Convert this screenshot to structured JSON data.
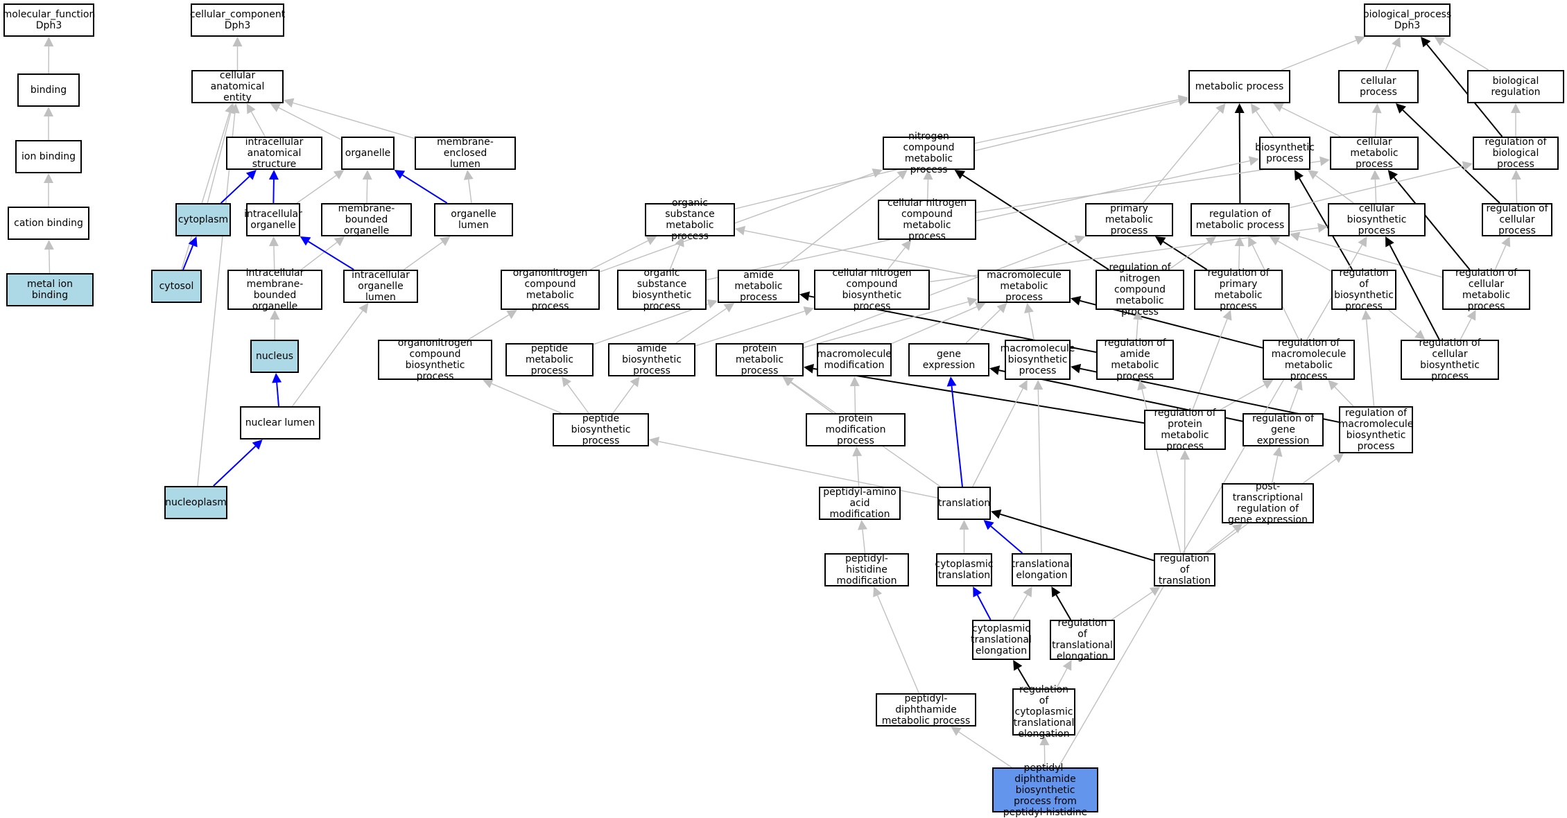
{
  "colors": {
    "is_a_edge": "#c0c0c0",
    "part_of_edge": "#0000ff",
    "regulates_edge": "#000000",
    "annotated_fill": "#add8e6",
    "query_fill": "#6495ed",
    "node_fill": "#ffffff"
  },
  "nodes": [
    {
      "id": "mf",
      "label": "molecular_function\nDph3"
    },
    {
      "id": "binding",
      "label": "binding"
    },
    {
      "id": "ionb",
      "label": "ion binding"
    },
    {
      "id": "cationb",
      "label": "cation binding"
    },
    {
      "id": "metalb",
      "label": "metal ion binding",
      "style": "annotated"
    },
    {
      "id": "cc",
      "label": "cellular_component\nDph3"
    },
    {
      "id": "cae",
      "label": "cellular anatomical\nentity"
    },
    {
      "id": "ias",
      "label": "intracellular\nanatomical structure"
    },
    {
      "id": "organelle",
      "label": "organelle"
    },
    {
      "id": "mel",
      "label": "membrane-enclosed\nlumen"
    },
    {
      "id": "cytoplasm",
      "label": "cytoplasm",
      "style": "annotated"
    },
    {
      "id": "io",
      "label": "intracellular\norganelle"
    },
    {
      "id": "mbo",
      "label": "membrane-bounded\norganelle"
    },
    {
      "id": "ol",
      "label": "organelle lumen"
    },
    {
      "id": "cytosol",
      "label": "cytosol",
      "style": "annotated"
    },
    {
      "id": "imbo",
      "label": "intracellular\nmembrane-bounded\norganelle"
    },
    {
      "id": "iol",
      "label": "intracellular\norganelle lumen"
    },
    {
      "id": "nucleus",
      "label": "nucleus",
      "style": "annotated"
    },
    {
      "id": "nl",
      "label": "nuclear lumen"
    },
    {
      "id": "nucleoplasm",
      "label": "nucleoplasm",
      "style": "annotated"
    },
    {
      "id": "bp",
      "label": "biological_process\nDph3"
    },
    {
      "id": "mp",
      "label": "metabolic process"
    },
    {
      "id": "cp",
      "label": "cellular process"
    },
    {
      "id": "br",
      "label": "biological regulation"
    },
    {
      "id": "ncmp",
      "label": "nitrogen compound\nmetabolic process"
    },
    {
      "id": "bsp",
      "label": "biosynthetic\nprocess"
    },
    {
      "id": "cmp",
      "label": "cellular metabolic\nprocess"
    },
    {
      "id": "rbp",
      "label": "regulation of\nbiological process"
    },
    {
      "id": "osmp",
      "label": "organic substance\nmetabolic process"
    },
    {
      "id": "cncmp",
      "label": "cellular nitrogen\ncompound metabolic\nprocess"
    },
    {
      "id": "pmp",
      "label": "primary metabolic\nprocess"
    },
    {
      "id": "rmp",
      "label": "regulation of\nmetabolic process"
    },
    {
      "id": "cbp",
      "label": "cellular biosynthetic\nprocess"
    },
    {
      "id": "rcp",
      "label": "regulation of\ncellular process"
    },
    {
      "id": "oncmp",
      "label": "organonitrogen\ncompound metabolic\nprocess"
    },
    {
      "id": "osbp",
      "label": "organic substance\nbiosynthetic\nprocess"
    },
    {
      "id": "amp",
      "label": "amide metabolic\nprocess"
    },
    {
      "id": "cncbp",
      "label": "cellular nitrogen\ncompound biosynthetic\nprocess"
    },
    {
      "id": "macmp",
      "label": "macromolecule\nmetabolic process"
    },
    {
      "id": "rncmp",
      "label": "regulation of\nnitrogen compound\nmetabolic process"
    },
    {
      "id": "rpmp",
      "label": "regulation of\nprimary metabolic\nprocess"
    },
    {
      "id": "rbsp",
      "label": "regulation of\nbiosynthetic\nprocess"
    },
    {
      "id": "rcmp",
      "label": "regulation of\ncellular metabolic\nprocess"
    },
    {
      "id": "oncbp",
      "label": "organonitrogen\ncompound biosynthetic\nprocess"
    },
    {
      "id": "pepmp",
      "label": "peptide metabolic\nprocess"
    },
    {
      "id": "abp",
      "label": "amide biosynthetic\nprocess"
    },
    {
      "id": "prmp",
      "label": "protein metabolic\nprocess"
    },
    {
      "id": "mmod",
      "label": "macromolecule\nmodification"
    },
    {
      "id": "ge",
      "label": "gene expression"
    },
    {
      "id": "mbsp",
      "label": "macromolecule\nbiosynthetic\nprocess"
    },
    {
      "id": "ramp",
      "label": "regulation of\namide metabolic\nprocess"
    },
    {
      "id": "rmacmp",
      "label": "regulation of\nmacromolecule\nmetabolic process"
    },
    {
      "id": "rcbp",
      "label": "regulation of\ncellular biosynthetic\nprocess"
    },
    {
      "id": "pepbp",
      "label": "peptide biosynthetic\nprocess"
    },
    {
      "id": "pmod",
      "label": "protein modification\nprocess"
    },
    {
      "id": "rprmp",
      "label": "regulation of\nprotein metabolic\nprocess"
    },
    {
      "id": "rge",
      "label": "regulation of\ngene expression"
    },
    {
      "id": "rmbsp",
      "label": "regulation of\nmacromolecule\nbiosynthetic\nprocess"
    },
    {
      "id": "paam",
      "label": "peptidyl-amino\nacid modification"
    },
    {
      "id": "translation",
      "label": "translation"
    },
    {
      "id": "ptrge",
      "label": "post-transcriptional\nregulation of\ngene expression"
    },
    {
      "id": "phm",
      "label": "peptidyl-histidine\nmodification"
    },
    {
      "id": "ctrans",
      "label": "cytoplasmic\ntranslation"
    },
    {
      "id": "telong",
      "label": "translational\nelongation"
    },
    {
      "id": "rtrans",
      "label": "regulation of\ntranslation"
    },
    {
      "id": "cte",
      "label": "cytoplasmic\ntranslational\nelongation"
    },
    {
      "id": "rte",
      "label": "regulation of\ntranslational\nelongation"
    },
    {
      "id": "pdmp",
      "label": "peptidyl-diphthamide\nmetabolic process"
    },
    {
      "id": "rcte",
      "label": "regulation of\ncytoplasmic\ntranslational\nelongation"
    },
    {
      "id": "pdbp",
      "label": "peptidyl-diphthamide\nbiosynthetic\nprocess from\npeptidyl-histidine",
      "style": "query"
    }
  ],
  "edges": [
    {
      "from": "binding",
      "to": "mf",
      "type": "is_a"
    },
    {
      "from": "ionb",
      "to": "binding",
      "type": "is_a"
    },
    {
      "from": "cationb",
      "to": "ionb",
      "type": "is_a"
    },
    {
      "from": "metalb",
      "to": "cationb",
      "type": "is_a"
    },
    {
      "from": "cae",
      "to": "cc",
      "type": "is_a"
    },
    {
      "from": "ias",
      "to": "cae",
      "type": "is_a"
    },
    {
      "from": "organelle",
      "to": "cae",
      "type": "is_a"
    },
    {
      "from": "mel",
      "to": "cae",
      "type": "is_a"
    },
    {
      "from": "cytoplasm",
      "to": "cae",
      "type": "is_a"
    },
    {
      "from": "cytosol",
      "to": "cae",
      "type": "is_a"
    },
    {
      "from": "nucleoplasm",
      "to": "cae",
      "type": "is_a"
    },
    {
      "from": "cytoplasm",
      "to": "ias",
      "type": "part_of"
    },
    {
      "from": "io",
      "to": "ias",
      "type": "part_of"
    },
    {
      "from": "io",
      "to": "organelle",
      "type": "is_a"
    },
    {
      "from": "mbo",
      "to": "organelle",
      "type": "is_a"
    },
    {
      "from": "ol",
      "to": "organelle",
      "type": "part_of"
    },
    {
      "from": "ol",
      "to": "mel",
      "type": "is_a"
    },
    {
      "from": "cytosol",
      "to": "cytoplasm",
      "type": "part_of"
    },
    {
      "from": "imbo",
      "to": "io",
      "type": "is_a"
    },
    {
      "from": "imbo",
      "to": "mbo",
      "type": "is_a"
    },
    {
      "from": "iol",
      "to": "io",
      "type": "part_of"
    },
    {
      "from": "iol",
      "to": "ol",
      "type": "is_a"
    },
    {
      "from": "nucleus",
      "to": "imbo",
      "type": "is_a"
    },
    {
      "from": "nl",
      "to": "nucleus",
      "type": "part_of"
    },
    {
      "from": "nl",
      "to": "iol",
      "type": "is_a"
    },
    {
      "from": "nucleoplasm",
      "to": "nl",
      "type": "part_of"
    },
    {
      "from": "mp",
      "to": "bp",
      "type": "is_a"
    },
    {
      "from": "cp",
      "to": "bp",
      "type": "is_a"
    },
    {
      "from": "br",
      "to": "bp",
      "type": "is_a"
    },
    {
      "from": "rbp",
      "to": "bp",
      "type": "regulates"
    },
    {
      "from": "ncmp",
      "to": "mp",
      "type": "is_a"
    },
    {
      "from": "bsp",
      "to": "mp",
      "type": "is_a"
    },
    {
      "from": "cmp",
      "to": "mp",
      "type": "is_a"
    },
    {
      "from": "osmp",
      "to": "mp",
      "type": "is_a"
    },
    {
      "from": "pmp",
      "to": "mp",
      "type": "is_a"
    },
    {
      "from": "rmp",
      "to": "mp",
      "type": "regulates"
    },
    {
      "from": "cmp",
      "to": "cp",
      "type": "is_a"
    },
    {
      "from": "rbp",
      "to": "br",
      "type": "is_a"
    },
    {
      "from": "rcp",
      "to": "cp",
      "type": "regulates"
    },
    {
      "from": "cncmp",
      "to": "ncmp",
      "type": "is_a"
    },
    {
      "from": "oncmp",
      "to": "ncmp",
      "type": "is_a"
    },
    {
      "from": "amp",
      "to": "ncmp",
      "type": "is_a"
    },
    {
      "from": "rncmp",
      "to": "ncmp",
      "type": "regulates"
    },
    {
      "from": "cbp",
      "to": "bsp",
      "type": "is_a"
    },
    {
      "from": "osbp",
      "to": "bsp",
      "type": "is_a"
    },
    {
      "from": "rbsp",
      "to": "bsp",
      "type": "regulates"
    },
    {
      "from": "cncmp",
      "to": "cmp",
      "type": "is_a"
    },
    {
      "from": "cbp",
      "to": "cmp",
      "type": "is_a"
    },
    {
      "from": "rcmp",
      "to": "cmp",
      "type": "regulates"
    },
    {
      "from": "rmp",
      "to": "rbp",
      "type": "is_a"
    },
    {
      "from": "rcp",
      "to": "rbp",
      "type": "is_a"
    },
    {
      "from": "oncmp",
      "to": "osmp",
      "type": "is_a"
    },
    {
      "from": "osbp",
      "to": "osmp",
      "type": "is_a"
    },
    {
      "from": "macmp",
      "to": "osmp",
      "type": "is_a"
    },
    {
      "from": "cncbp",
      "to": "cncmp",
      "type": "is_a"
    },
    {
      "from": "prmp",
      "to": "pmp",
      "type": "is_a"
    },
    {
      "from": "rpmp",
      "to": "pmp",
      "type": "regulates"
    },
    {
      "from": "rncmp",
      "to": "rmp",
      "type": "is_a"
    },
    {
      "from": "rpmp",
      "to": "rmp",
      "type": "is_a"
    },
    {
      "from": "rbsp",
      "to": "rmp",
      "type": "is_a"
    },
    {
      "from": "rcmp",
      "to": "rmp",
      "type": "is_a"
    },
    {
      "from": "rmacmp",
      "to": "rmp",
      "type": "is_a"
    },
    {
      "from": "cncbp",
      "to": "cbp",
      "type": "is_a"
    },
    {
      "from": "rcbp",
      "to": "cbp",
      "type": "regulates"
    },
    {
      "from": "rcmp",
      "to": "rcp",
      "type": "is_a"
    },
    {
      "from": "rcbp",
      "to": "rcmp",
      "type": "is_a"
    },
    {
      "from": "oncbp",
      "to": "oncmp",
      "type": "is_a"
    },
    {
      "from": "pepmp",
      "to": "amp",
      "type": "is_a"
    },
    {
      "from": "abp",
      "to": "amp",
      "type": "is_a"
    },
    {
      "from": "ramp",
      "to": "amp",
      "type": "regulates"
    },
    {
      "from": "abp",
      "to": "cncbp",
      "type": "is_a"
    },
    {
      "from": "prmp",
      "to": "macmp",
      "type": "is_a"
    },
    {
      "from": "ge",
      "to": "macmp",
      "type": "is_a"
    },
    {
      "from": "mbsp",
      "to": "macmp",
      "type": "is_a"
    },
    {
      "from": "mmod",
      "to": "macmp",
      "type": "is_a"
    },
    {
      "from": "rmacmp",
      "to": "macmp",
      "type": "regulates"
    },
    {
      "from": "ramp",
      "to": "rncmp",
      "type": "is_a"
    },
    {
      "from": "rbsp",
      "to": "rcbp",
      "type": "is_a"
    },
    {
      "from": "rmbsp",
      "to": "rbsp",
      "type": "is_a"
    },
    {
      "from": "pepbp",
      "to": "pepmp",
      "type": "is_a"
    },
    {
      "from": "pepbp",
      "to": "abp",
      "type": "is_a"
    },
    {
      "from": "pepbp",
      "to": "oncbp",
      "type": "is_a"
    },
    {
      "from": "pmod",
      "to": "prmp",
      "type": "is_a"
    },
    {
      "from": "pmod",
      "to": "mmod",
      "type": "is_a"
    },
    {
      "from": "rprmp",
      "to": "prmp",
      "type": "regulates"
    },
    {
      "from": "rprmp",
      "to": "rpmp",
      "type": "is_a"
    },
    {
      "from": "rprmp",
      "to": "rmacmp",
      "type": "is_a"
    },
    {
      "from": "rge",
      "to": "ge",
      "type": "regulates"
    },
    {
      "from": "rge",
      "to": "rmacmp",
      "type": "is_a"
    },
    {
      "from": "rmbsp",
      "to": "mbsp",
      "type": "regulates"
    },
    {
      "from": "rmbsp",
      "to": "rmacmp",
      "type": "is_a"
    },
    {
      "from": "paam",
      "to": "pmod",
      "type": "is_a"
    },
    {
      "from": "translation",
      "to": "pepbp",
      "type": "is_a"
    },
    {
      "from": "translation",
      "to": "ge",
      "type": "part_of"
    },
    {
      "from": "translation",
      "to": "mbsp",
      "type": "is_a"
    },
    {
      "from": "translation",
      "to": "prmp",
      "type": "is_a"
    },
    {
      "from": "ptrge",
      "to": "rge",
      "type": "is_a"
    },
    {
      "from": "phm",
      "to": "paam",
      "type": "is_a"
    },
    {
      "from": "ctrans",
      "to": "translation",
      "type": "is_a"
    },
    {
      "from": "telong",
      "to": "translation",
      "type": "part_of"
    },
    {
      "from": "telong",
      "to": "mbsp",
      "type": "is_a"
    },
    {
      "from": "rtrans",
      "to": "translation",
      "type": "regulates"
    },
    {
      "from": "rtrans",
      "to": "ptrge",
      "type": "is_a"
    },
    {
      "from": "rtrans",
      "to": "rprmp",
      "type": "is_a"
    },
    {
      "from": "rtrans",
      "to": "rmbsp",
      "type": "is_a"
    },
    {
      "from": "rtrans",
      "to": "ramp",
      "type": "is_a"
    },
    {
      "from": "cte",
      "to": "ctrans",
      "type": "part_of"
    },
    {
      "from": "cte",
      "to": "telong",
      "type": "is_a"
    },
    {
      "from": "rte",
      "to": "telong",
      "type": "regulates"
    },
    {
      "from": "rte",
      "to": "rtrans",
      "type": "is_a"
    },
    {
      "from": "pdmp",
      "to": "phm",
      "type": "is_a"
    },
    {
      "from": "rcte",
      "to": "cte",
      "type": "regulates"
    },
    {
      "from": "rcte",
      "to": "rte",
      "type": "is_a"
    },
    {
      "from": "pdbp",
      "to": "pdmp",
      "type": "is_a"
    },
    {
      "from": "pdbp",
      "to": "rcte",
      "type": "is_a"
    },
    {
      "from": "pdbp",
      "to": "cbp",
      "type": "is_a"
    }
  ]
}
